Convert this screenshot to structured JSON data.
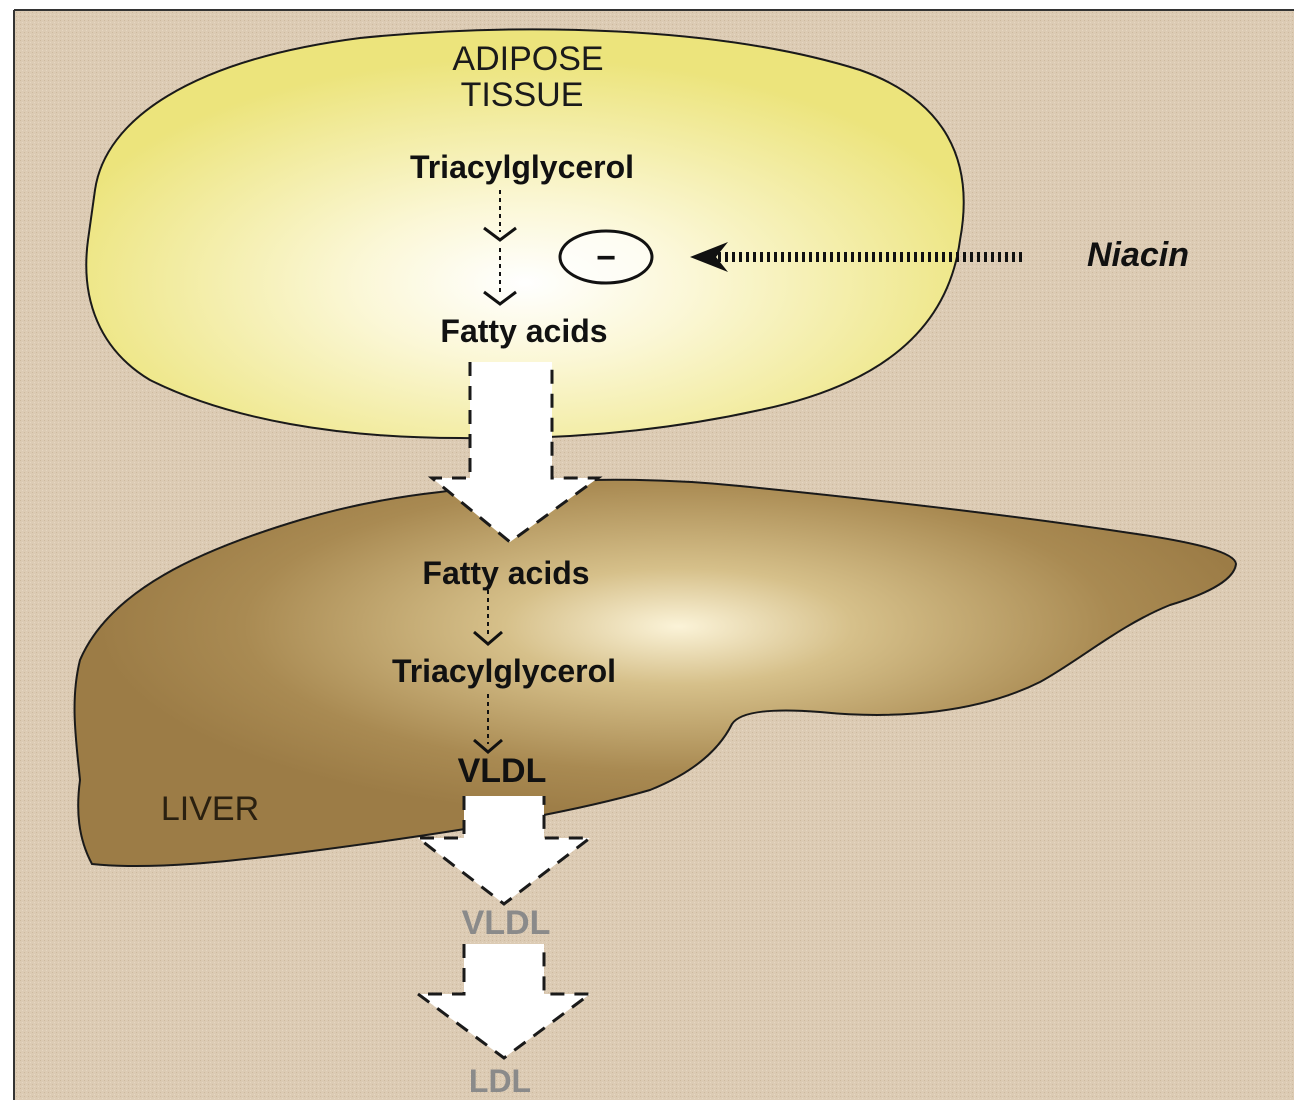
{
  "adipose": {
    "title_line1": "ADIPOSE",
    "title_line2": "TISSUE",
    "triacylglycerol": "Triacylglycerol",
    "fatty_acids": "Fatty acids"
  },
  "inhibitor": {
    "symbol": "−",
    "drug": "Niacin"
  },
  "liver": {
    "label": "LIVER",
    "fatty_acids": "Fatty acids",
    "triacylglycerol": "Triacylglycerol",
    "vldl": "VLDL"
  },
  "blood": {
    "vldl": "VLDL",
    "ldl": "LDL"
  },
  "colors": {
    "background": "#dccbb4",
    "adipose_fill": "#f0e88a",
    "liver_fill": "#a98a52",
    "secreted_text": "#8a8a8a",
    "ink": "#111111"
  }
}
